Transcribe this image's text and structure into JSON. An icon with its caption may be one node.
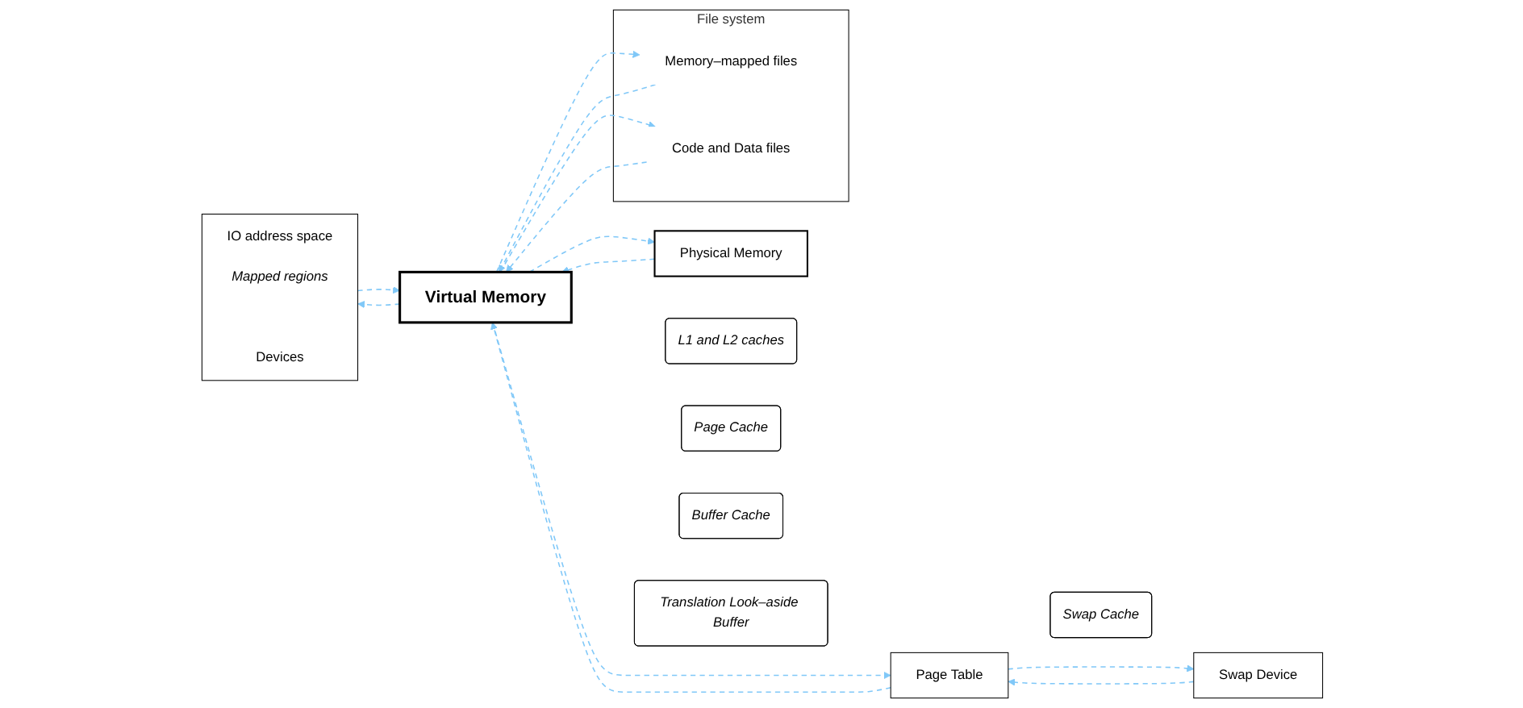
{
  "diagram": {
    "nodes": [
      {
        "text": [
          "Physical Memory"
        ]
      },
      {
        "text": [
          "L1 and L2 caches"
        ]
      },
      {
        "text": [
          "IO address space",
          "Mapped regions",
          "Devices"
        ]
      },
      {
        "text": [
          "Virtual Memory"
        ]
      },
      {
        "text": [
          "Translation Look–aside Buffer"
        ]
      },
      {
        "text": [
          "Page Table"
        ]
      },
      {
        "text": [
          "Swap Cache"
        ]
      },
      {
        "text": [
          "Swap Device"
        ]
      },
      {
        "text": [
          "Page Cache"
        ]
      },
      {
        "text": [
          "Buffer Cache"
        ]
      },
      {
        "text": [
          "File system"
        ]
      },
      {
        "text": [
          "Memory–mapped files"
        ],
        "in": 10
      },
      {
        "text": [
          "Code and Data files"
        ],
        "in": 10
      }
    ],
    "edges": [
      {
        "from": 3,
        "to": 0,
        "arrow": "to",
        "style": "dashed"
      },
      {
        "from": 0,
        "to": 3,
        "arrow": "to",
        "style": "dashed"
      },
      {
        "from": 2,
        "to": 3,
        "arrow": "to",
        "style": "dashed"
      },
      {
        "from": 3,
        "to": 2,
        "arrow": "to",
        "style": "dashed"
      },
      {
        "from": 3,
        "to": 5,
        "arrow": "to",
        "style": "dashed"
      },
      {
        "from": 5,
        "to": 3,
        "arrow": "to",
        "style": "dashed"
      },
      {
        "from": 5,
        "to": 7,
        "arrow": "to",
        "style": "dashed"
      },
      {
        "from": 7,
        "to": 5,
        "arrow": "to",
        "style": "dashed"
      },
      {
        "from": 11,
        "to": 3,
        "arrow": "to",
        "style": "dashed"
      },
      {
        "from": 3,
        "to": 11,
        "arrow": "to",
        "style": "dashed"
      },
      {
        "from": 12,
        "to": 3,
        "arrow": "to",
        "style": "dashed"
      },
      {
        "from": 3,
        "to": 12,
        "arrow": "to",
        "style": "dashed"
      }
    ]
  }
}
